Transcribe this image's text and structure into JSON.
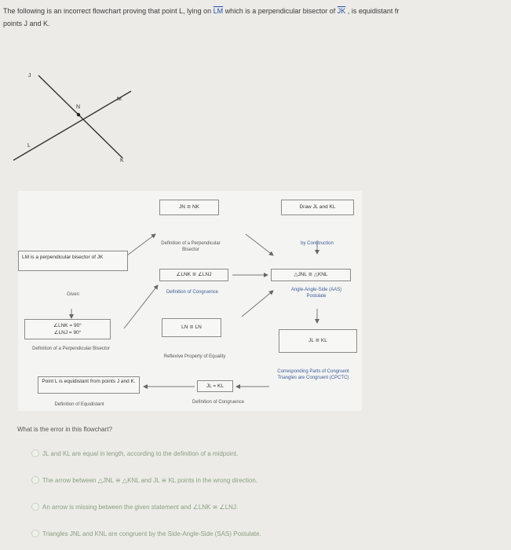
{
  "question": {
    "text_1": "The following is an incorrect flowchart proving that point L, lying on",
    "seg_lm": "LM",
    "text_2": "which is a perpendicular bisector of",
    "seg_jk": "JK",
    "text_3": ", is equidistant fr",
    "text_4": "points J and K."
  },
  "figure": {
    "labels": {
      "j": "J",
      "n": "N",
      "m": "M",
      "l": "L",
      "k": "K"
    }
  },
  "flowchart": {
    "jn_nk": "JN ≅ NK",
    "draw": "Draw JL and KL",
    "def_perp_bisector_1": "Definition of a Perpendicular Bisector",
    "by_construction": "by Construction",
    "given_stmt": "LM is a perpendicular bisector of JK",
    "angles_congruent": "∠LNK ≅ ∠LNJ",
    "triangles_congruent": "△JNL ≅ △KNL",
    "given": "Given",
    "def_congruence_1": "Definition of Congruence",
    "aas": "Angle-Angle-Side (AAS) Postulate",
    "ln_ln": "LN ≅ LN",
    "angles_90": "∠LNK = 90°",
    "angle_lnj_90": "∠LNJ = 90°",
    "jl_kl": "JL ≅ KL",
    "def_perp_bisector_2": "Definition of a Perpendicular Bisector",
    "reflexive": "Reflexive Property of Equality",
    "equidistant_stmt": "Point L is equidistant from points J and K.",
    "jl_eq_kl": "JL = KL",
    "cpctc": "Corresponding Parts of Congruent Triangles are Congruent (CPCTC)",
    "def_equidistant": "Definition of Equidistant",
    "def_congruence_2": "Definition of Congruence"
  },
  "prompt": "What is the error in this flowchart?",
  "options": [
    "JL and KL are equal in length, according to the definition of a midpoint.",
    "The arrow between △JNL ≅ △KNL and JL ≅ KL points in the wrong direction.",
    "An arrow is missing between the given statement and ∠LNK ≅ ∠LNJ.",
    "Triangles JNL and KNL are congruent by the Side-Angle-Side (SAS) Postulate."
  ]
}
